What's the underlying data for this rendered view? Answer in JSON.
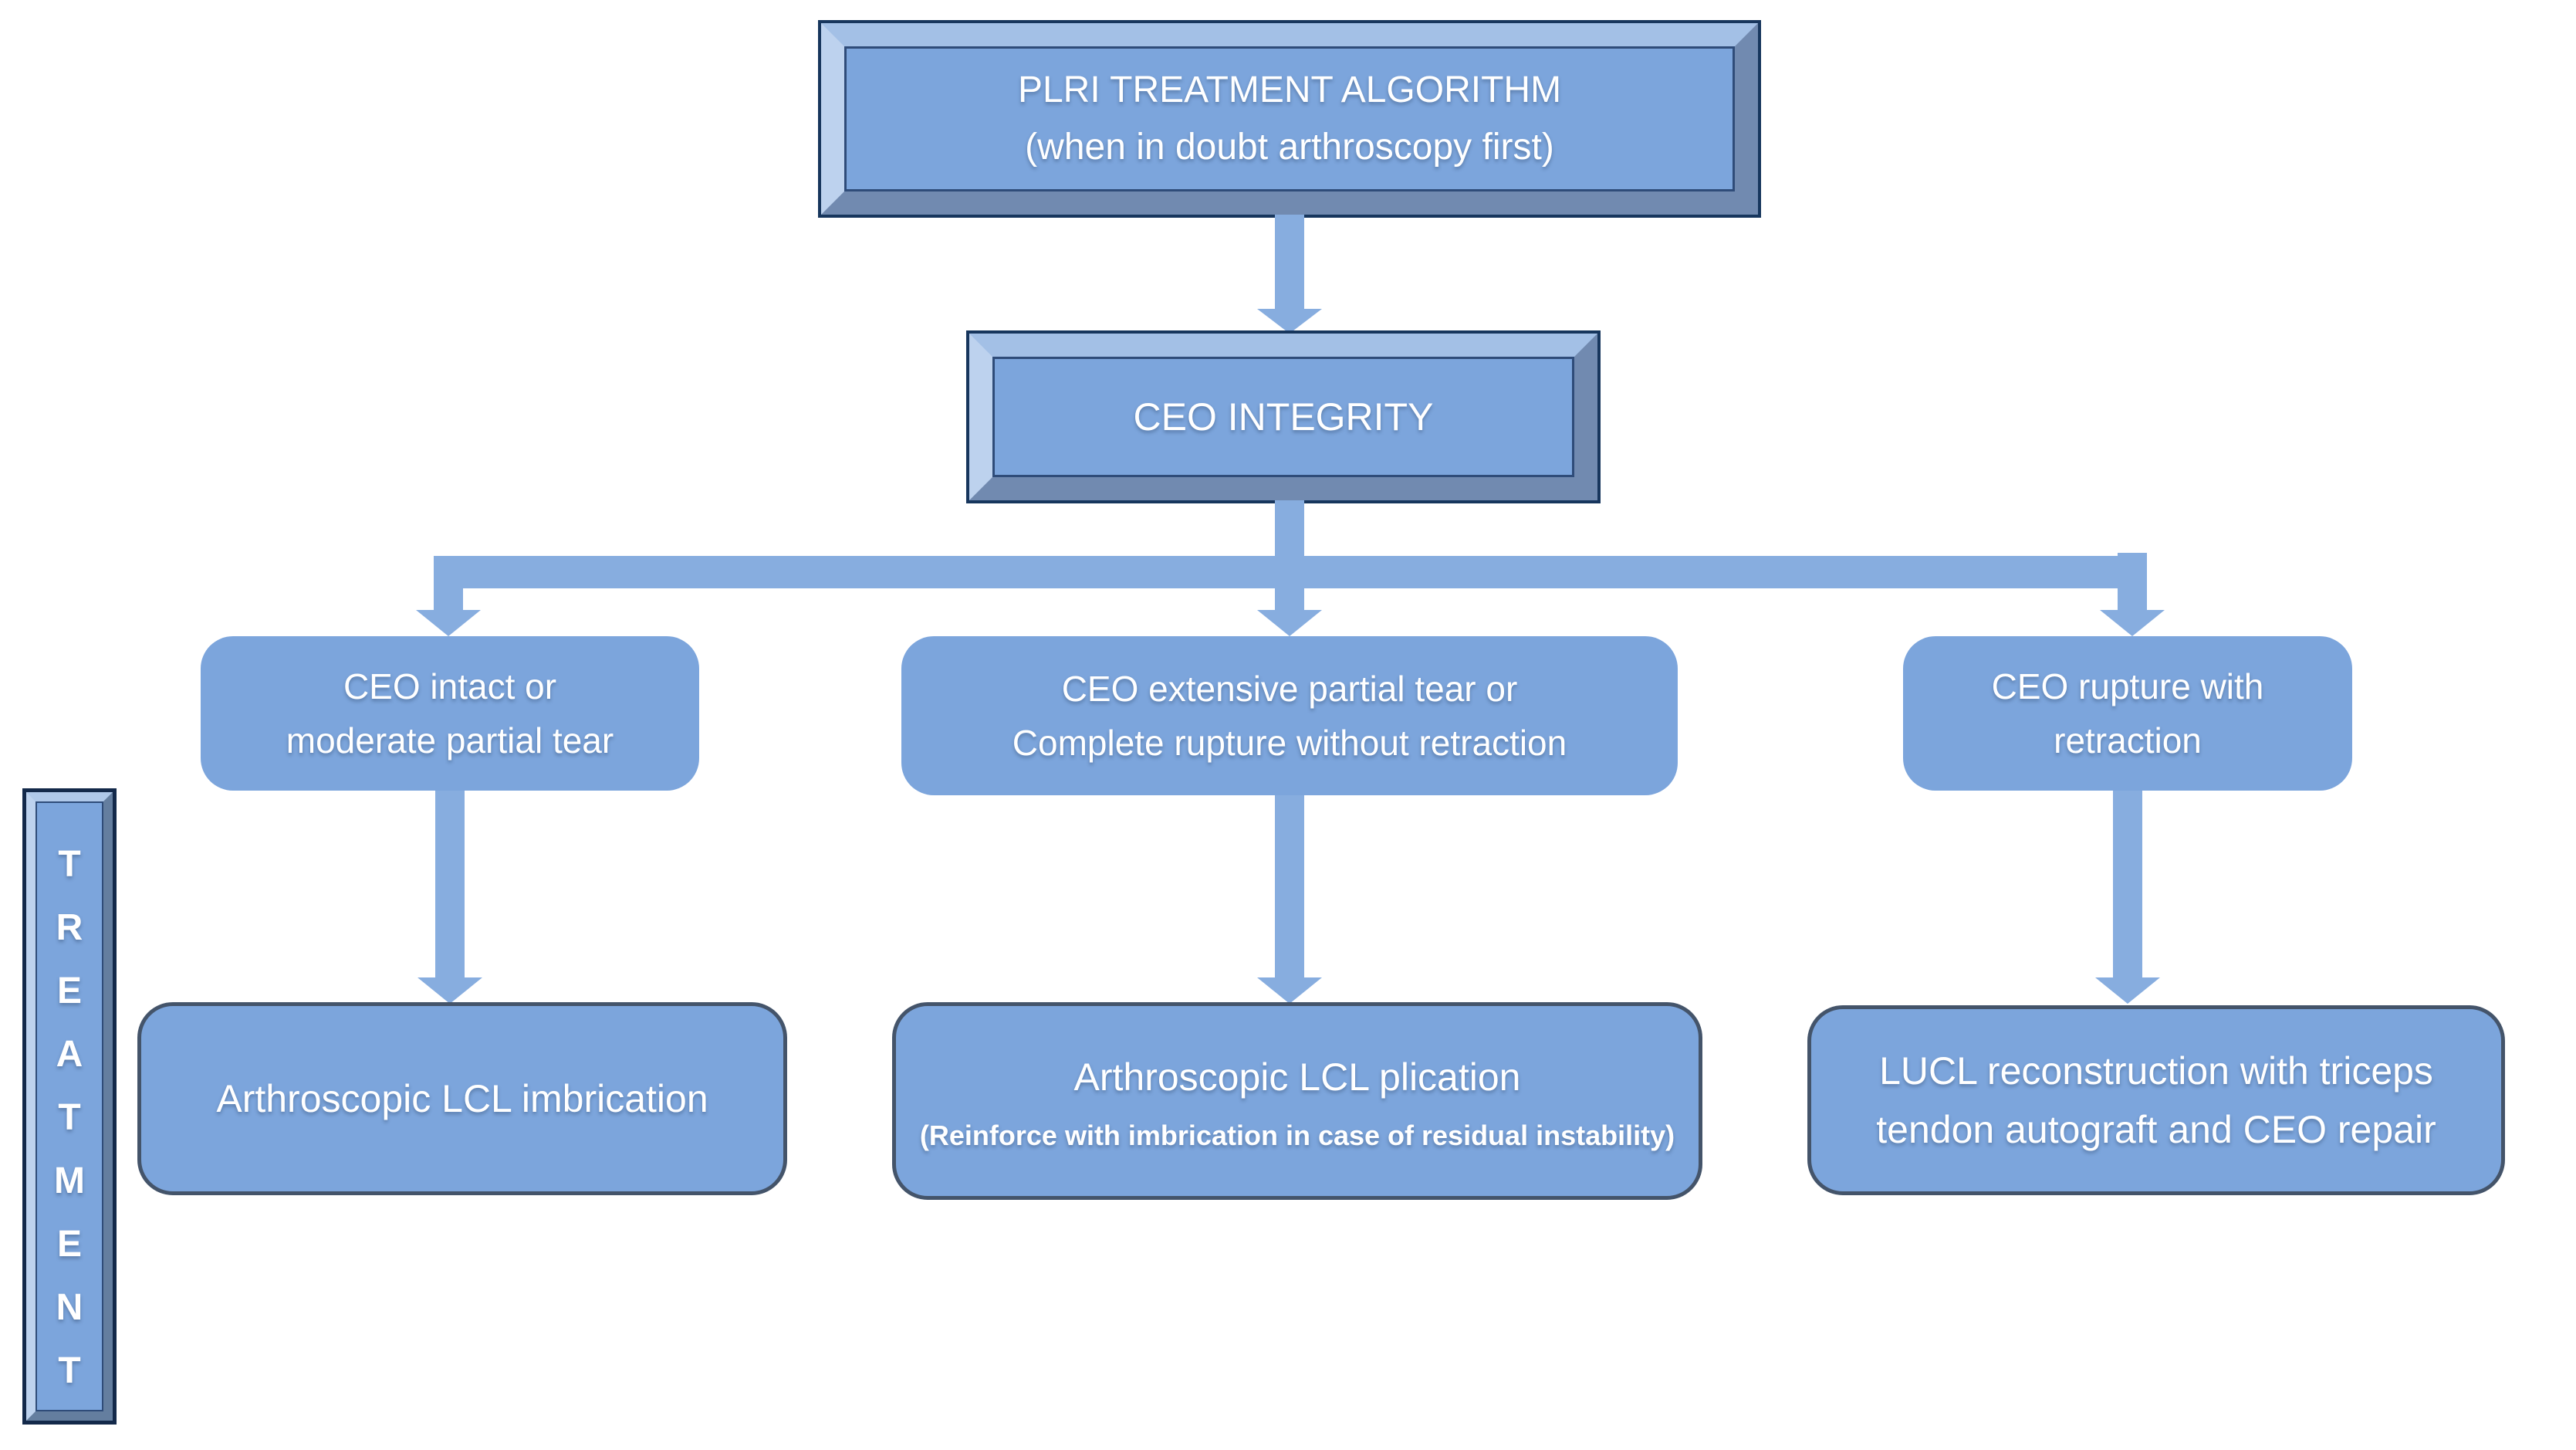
{
  "colors": {
    "box_fill": "#7CA5DC",
    "connector_blue": "#87ADDF",
    "bevel_highlight_top": "#A3C0E6",
    "bevel_highlight_left": "#BDD2EE",
    "bevel_shadow": "#718AB0",
    "frame_outline_navy": "#17365D",
    "result_box_border": "#44546A",
    "text_white": "#FFFFFF"
  },
  "diagram": {
    "title_box": {
      "line1": "PLRI TREATMENT ALGORITHM",
      "line2": "(when in doubt arthroscopy first)"
    },
    "decision_box": {
      "label": "CEO INTEGRITY"
    },
    "branches": [
      {
        "condition": [
          "CEO intact or",
          "moderate partial tear"
        ],
        "treatment": [
          "Arthroscopic LCL imbrication"
        ],
        "note": ""
      },
      {
        "condition": [
          "CEO extensive partial tear or",
          "Complete rupture without retraction"
        ],
        "treatment": [
          "Arthroscopic LCL plication"
        ],
        "note": "(Reinforce with imbrication in case of residual instability)"
      },
      {
        "condition": [
          "CEO rupture with",
          "retraction"
        ],
        "treatment": [
          "LUCL reconstruction with triceps",
          "tendon autograft and CEO repair"
        ],
        "note": ""
      }
    ],
    "side_label": {
      "text": "TREATMENT",
      "letters": [
        "T",
        "R",
        "E",
        "A",
        "T",
        "M",
        "E",
        "N",
        "T"
      ]
    }
  }
}
